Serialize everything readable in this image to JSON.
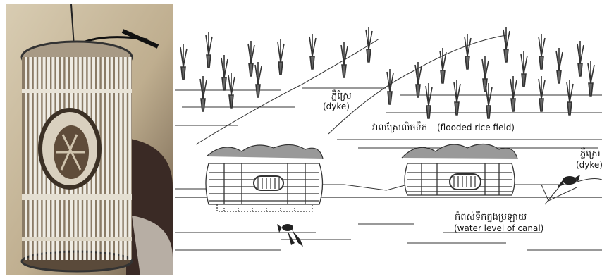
{
  "photo": {
    "subject": "bamboo fish trap"
  },
  "labels": {
    "dyke_left_khmer": "ភ្លឺស្រែ",
    "dyke_left_en": "(dyke)",
    "flooded_khmer": "វាលស្រែលិចទឹក",
    "flooded_en": "(flooded rice field)",
    "dyke_right_khmer": "ភ្លឺស្រេ",
    "dyke_right_en": "(dyke)",
    "canal_khmer": "កំពស់ទឹកក្នុងប្រឡាយ",
    "canal_en": "(water level of canal)"
  },
  "colors": {
    "photo_bg": "#c9b79a",
    "bamboo": "#efece4",
    "line": "#333333"
  }
}
